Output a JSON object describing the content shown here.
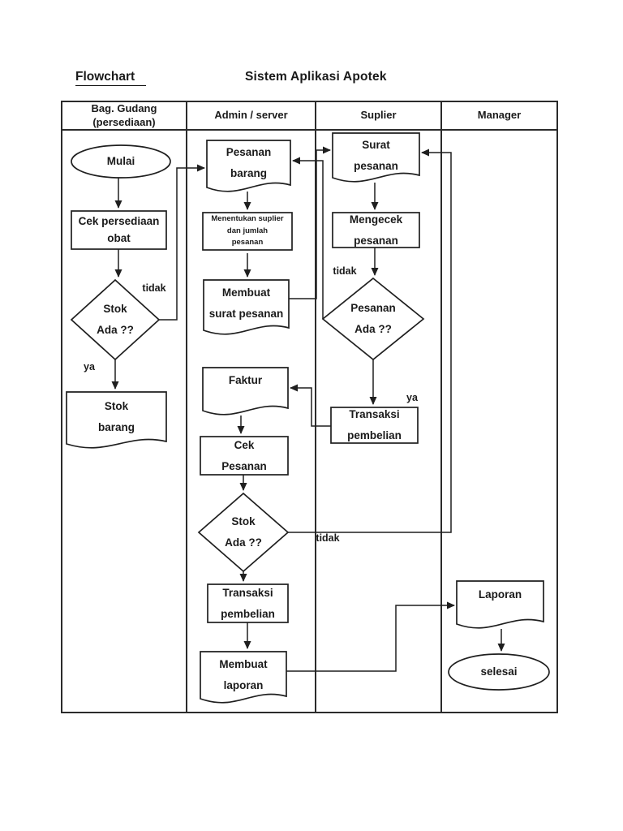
{
  "title": {
    "left": "Flowchart",
    "right": "Sistem Aplikasi Apotek"
  },
  "lanes": [
    {
      "label": "Bag. Gudang\n(persediaan)"
    },
    {
      "label": "Admin / server"
    },
    {
      "label": "Suplier"
    },
    {
      "label": "Manager"
    }
  ],
  "nodes": {
    "mulai": {
      "label": "Mulai",
      "shape": "terminator"
    },
    "cek_persediaan_obat": {
      "label": "Cek persediaan\nobat",
      "shape": "process"
    },
    "stok_ada_gudang": {
      "label": "Stok\nAda ??",
      "shape": "decision"
    },
    "stok_barang": {
      "label": "Stok\nbarang",
      "shape": "document"
    },
    "pesanan_barang": {
      "label": "Pesanan\nbarang",
      "shape": "document"
    },
    "menentukan_suplier": {
      "label": "Menentukan suplier\ndan jumlah\npesanan",
      "shape": "process"
    },
    "membuat_surat_pesanan": {
      "label": "Membuat\nsurat pesanan",
      "shape": "document"
    },
    "faktur": {
      "label": "Faktur",
      "shape": "document"
    },
    "cek_pesanan": {
      "label": "Cek\nPesanan",
      "shape": "process"
    },
    "stok_ada_admin": {
      "label": "Stok\nAda ??",
      "shape": "decision"
    },
    "transaksi_pembelian_admin": {
      "label": "Transaksi\npembelian",
      "shape": "process"
    },
    "membuat_laporan": {
      "label": "Membuat\nlaporan",
      "shape": "document"
    },
    "surat_pesanan": {
      "label": "Surat\npesanan",
      "shape": "document"
    },
    "mengecek_pesanan": {
      "label": "Mengecek\npesanan",
      "shape": "process"
    },
    "pesanan_ada": {
      "label": "Pesanan\nAda ??",
      "shape": "decision"
    },
    "transaksi_pembelian_suplier": {
      "label": "Transaksi\npembelian",
      "shape": "process"
    },
    "laporan": {
      "label": "Laporan",
      "shape": "document"
    },
    "selesai": {
      "label": "selesai",
      "shape": "terminator"
    }
  },
  "edge_labels": {
    "tidak_gudang": "tidak",
    "ya_gudang": "ya",
    "tidak_suplier": "tidak",
    "ya_suplier": "ya",
    "tidak_admin": "tidak"
  },
  "colors": {
    "line": "#1f1f1f",
    "background": "#ffffff"
  }
}
